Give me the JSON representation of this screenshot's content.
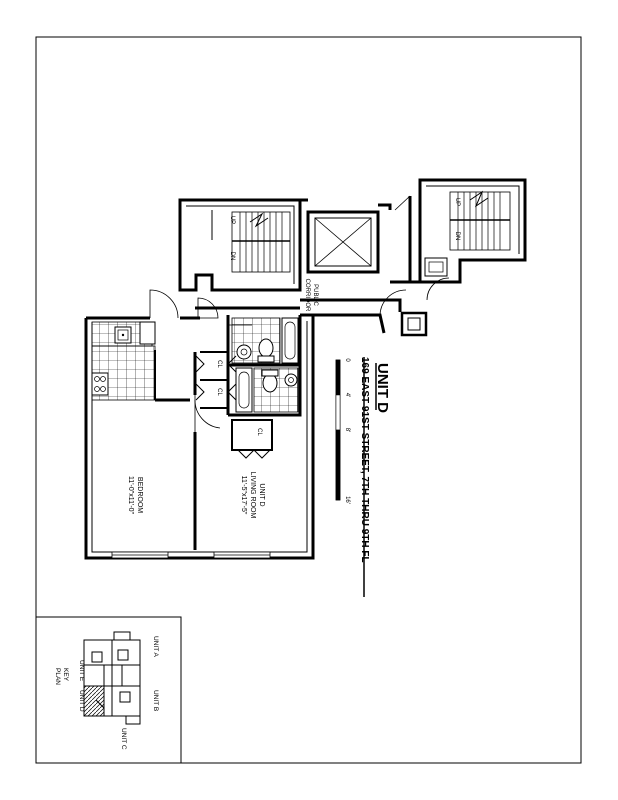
{
  "title": {
    "unit": "UNIT D",
    "address": "169 EAST 91ST STREET, 7TH THRU 9TH FL"
  },
  "rooms": {
    "bedroom_name": "BEDROOM",
    "bedroom_dim": "11'-0\"x11'-0\"",
    "living_unit": "UNIT D",
    "living_name": "LIVING ROOM",
    "living_dim": "11'-5\"x17'-5\"",
    "corridor_line1": "PUBLIC",
    "corridor_line2": "CORRIDOR"
  },
  "stairs": {
    "up": "UP",
    "dn": "DN"
  },
  "closet": "CL",
  "scale": {
    "t0": "0",
    "t4": "4'",
    "t8": "8'",
    "t16": "16'"
  },
  "key_plan": {
    "title_line1": "KEY",
    "title_line2": "PLAN",
    "unit_a": "UNIT A",
    "unit_b": "UNIT B",
    "unit_c": "UNIT C",
    "unit_d": "UNIT D",
    "unit_e": "UNIT E"
  }
}
